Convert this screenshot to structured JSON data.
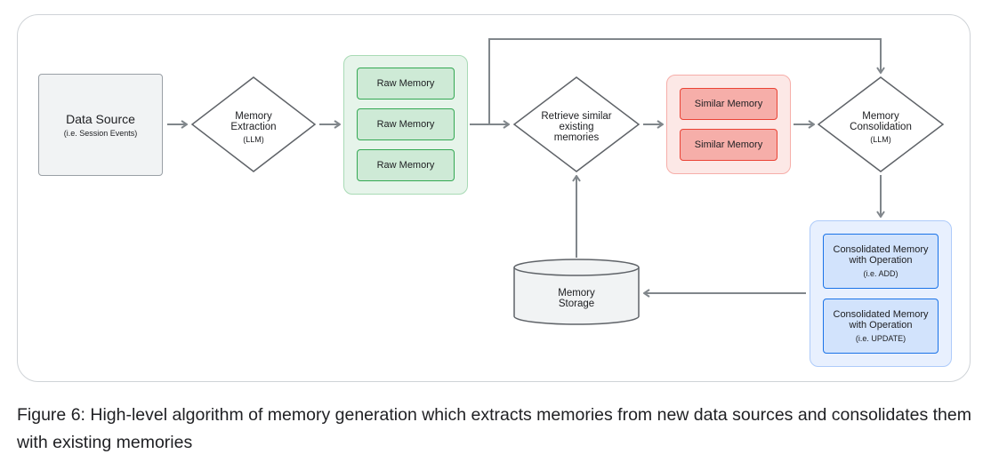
{
  "diagram": {
    "data_source": {
      "title": "Data Source",
      "subtitle": "(i.e. Session Events)"
    },
    "memory_extraction": {
      "line1": "Memory",
      "line2": "Extraction",
      "sub": "(LLM)"
    },
    "raw_memories": [
      "Raw Memory",
      "Raw Memory",
      "Raw Memory"
    ],
    "retrieve": {
      "line1": "Retrieve similar",
      "line2": "existing",
      "line3": "memories"
    },
    "similar_memories": [
      "Similar Memory",
      "Similar Memory"
    ],
    "memory_consolidation": {
      "line1": "Memory",
      "line2": "Consolidation",
      "sub": "(LLM)"
    },
    "consolidated": [
      {
        "line1": "Consolidated Memory",
        "line2": "with Operation",
        "op": "(i.e. ADD)"
      },
      {
        "line1": "Consolidated Memory",
        "line2": "with Operation",
        "op": "(i.e. UPDATE)"
      }
    ],
    "storage": {
      "line1": "Memory",
      "line2": "Storage"
    },
    "colors": {
      "arrow": "#80868b",
      "diamond_border": "#5f6368",
      "green_fill": "#ceead6",
      "green_border": "#34a853",
      "red_fill": "#f6aea9",
      "red_border": "#ea4335",
      "blue_fill": "#d2e3fc",
      "blue_border": "#1a73e8"
    }
  },
  "caption": "Figure 6: High-level algorithm of memory generation which extracts memories from new data sources and consolidates them with existing memories"
}
